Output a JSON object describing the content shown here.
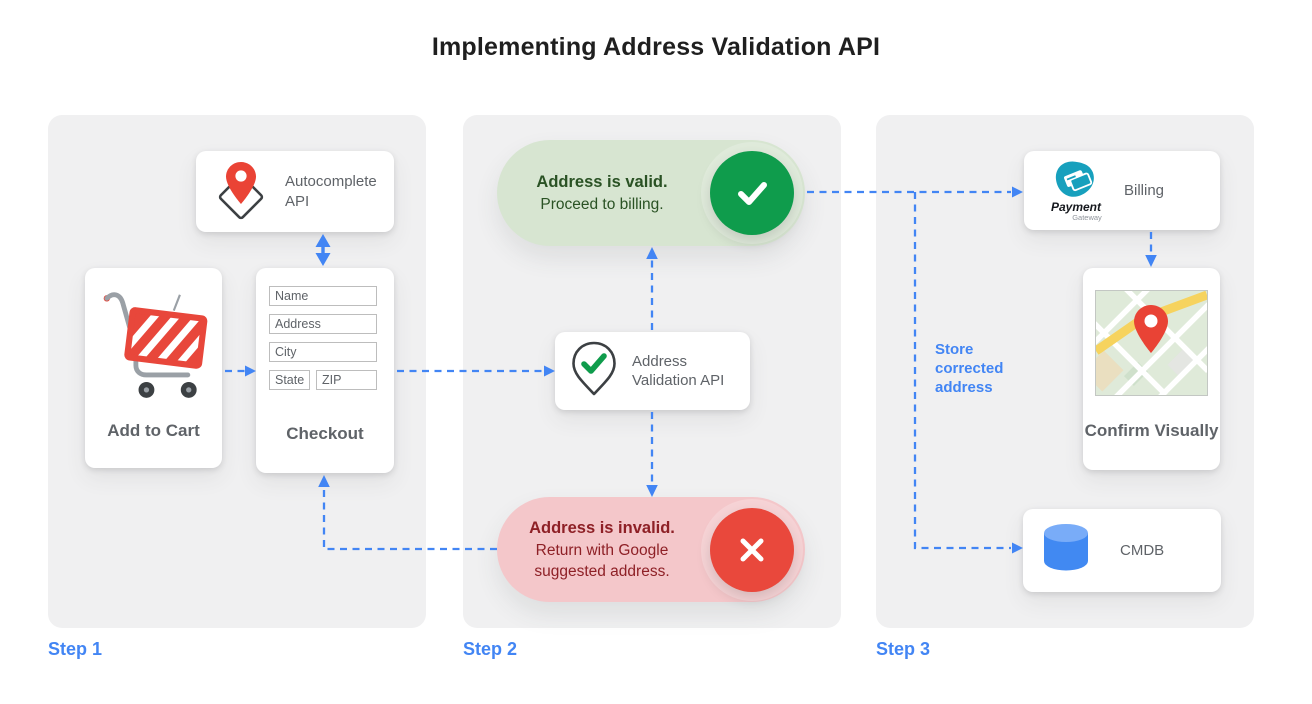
{
  "header": {
    "title": "Implementing Address Validation API"
  },
  "steps": [
    {
      "label": "Step 1"
    },
    {
      "label": "Step 2"
    },
    {
      "label": "Step 3"
    }
  ],
  "step1": {
    "autocomplete_card": {
      "label": "Autocomplete API"
    },
    "cart_card": {
      "label": "Add to Cart"
    },
    "checkout_card": {
      "label": "Checkout",
      "fields": [
        {
          "placeholder": "Name"
        },
        {
          "placeholder": "Address"
        },
        {
          "placeholder": "City"
        },
        {
          "placeholder": "State"
        },
        {
          "placeholder": "ZIP"
        }
      ]
    }
  },
  "step2": {
    "valid_banner": {
      "title": "Address is valid.",
      "subtitle": "Proceed to billing."
    },
    "validation_card": {
      "label": "Address Validation API"
    },
    "invalid_banner": {
      "title": "Address is invalid.",
      "subtitle": "Return with Google suggested address."
    }
  },
  "step3": {
    "billing_card": {
      "label": "Billing",
      "logo_title": "Payment",
      "logo_subtitle": "Gateway"
    },
    "confirm_card": {
      "label": "Confirm Visually"
    },
    "cmdb_card": {
      "label": "CMDB"
    },
    "store_note": "Store corrected address"
  },
  "icons": {
    "autocomplete-pin-icon": "red map pin over diamond outline",
    "validation-pin-check-icon": "map pin outline with green check",
    "shopping-cart-icon": "red striped shopping cart",
    "payment-gateway-icon": "teal blob with credit cards",
    "map-thumbnail-icon": "street map with red pin",
    "database-cylinder-icon": "blue database cylinder",
    "check-icon": "✓",
    "close-icon": "✕",
    "arrow-icon": "dashed blue arrow"
  },
  "colors": {
    "accent_blue": "#4285f4",
    "valid_green": "#0f9c4c",
    "valid_green_light": "#d7e5d1",
    "valid_green_text": "#2a5224",
    "invalid_red": "#e9483c",
    "invalid_red_light": "#f4c7ca",
    "invalid_red_text": "#8e2026",
    "payment_teal": "#17a0bd",
    "panel_gray": "#f0f0f1",
    "label_gray": "#5f6368",
    "title_black": "#1f1f1f"
  }
}
